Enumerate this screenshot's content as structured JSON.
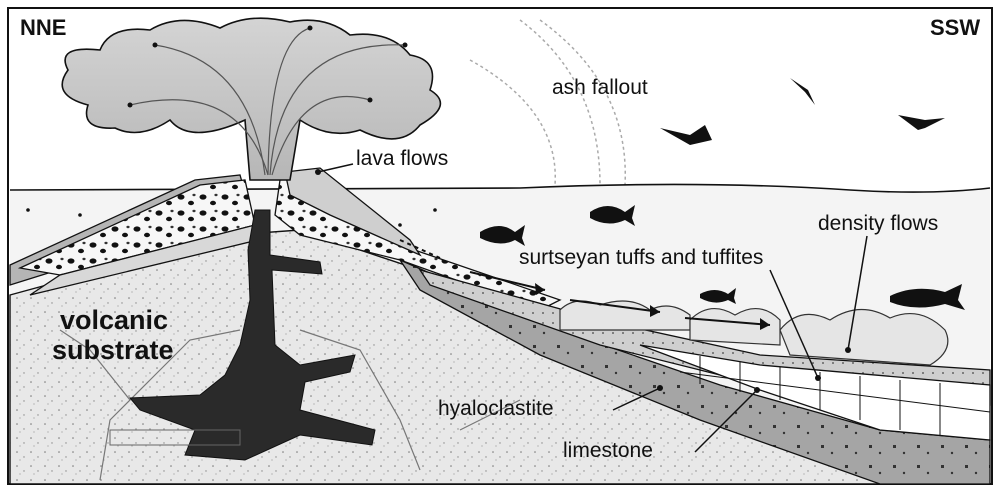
{
  "orientation": {
    "left": "NNE",
    "right": "SSW"
  },
  "labels": {
    "ash_fallout": "ash  fallout",
    "lava_flows": "lava flows",
    "density_flows": "density flows",
    "surtseyan": "surtseyan tuffs and tuffites",
    "volcanic_substrate_1": "volcanic",
    "volcanic_substrate_2": "substrate",
    "hyaloclastite": "hyaloclastite",
    "limestone": "limestone"
  },
  "colors": {
    "ink": "#111111",
    "cloud": "#c9c9c9",
    "sea": "#f4f4f4",
    "substrate": "#e7e7e7",
    "intrusion": "#2a2a2a",
    "hyaloclastite_layer": "#9a9a9a",
    "tuff_layer": "#d8d8d8",
    "limestone_layer": "#ffffff"
  }
}
